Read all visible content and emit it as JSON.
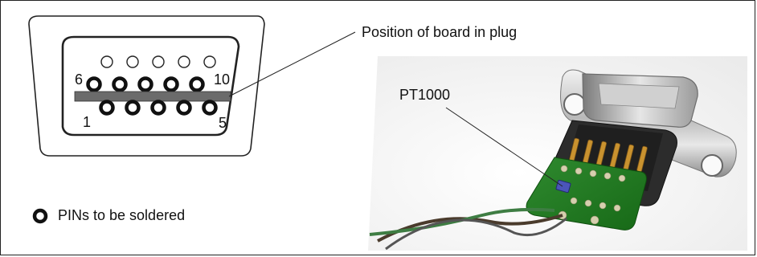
{
  "diagram": {
    "callout_board_position": "Position of board in plug",
    "callout_sensor": "PT1000",
    "legend_text": "PINs to be soldered",
    "pin_labels": {
      "top_left": "6",
      "top_right": "10",
      "bottom_left": "1",
      "bottom_right": "5"
    }
  }
}
